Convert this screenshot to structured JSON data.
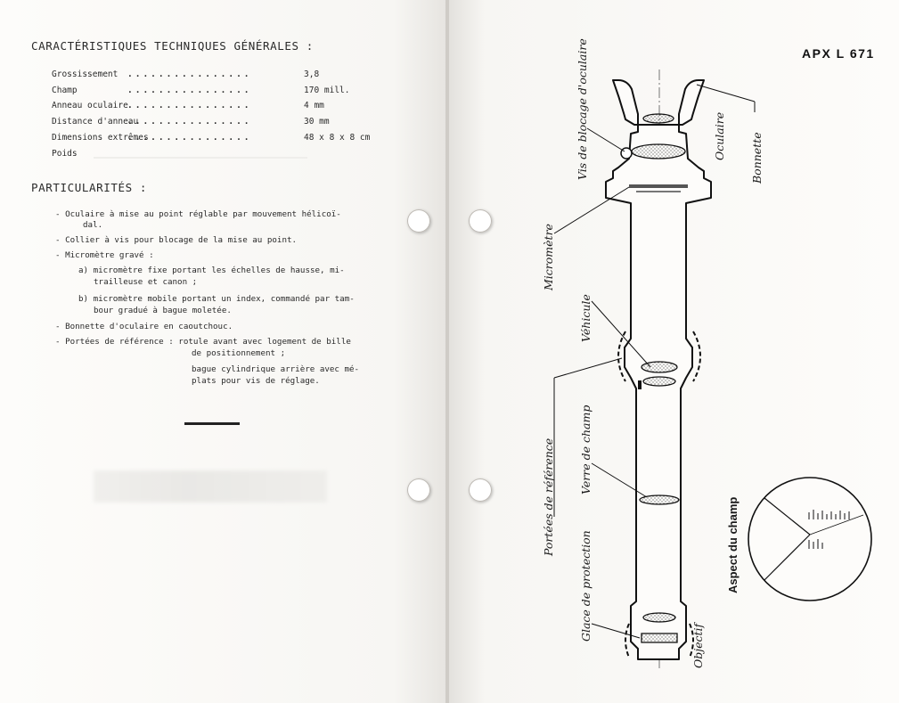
{
  "left_page": {
    "section1_title": "CARACTÉRISTIQUES TECHNIQUES GÉNÉRALES :",
    "specs": [
      {
        "label": "Grossissement",
        "value": "3,8"
      },
      {
        "label": "Champ",
        "value": "170 mill."
      },
      {
        "label": "Anneau oculaire",
        "value": "4 mm"
      },
      {
        "label": "Distance d'anneau",
        "value": "30 mm"
      },
      {
        "label": "Dimensions extrêmes",
        "value": "48 x 8 x 8 cm"
      },
      {
        "label": "Poids",
        "value": ""
      }
    ],
    "spec_leader": "................",
    "section2_title": "PARTICULARITÉS :",
    "lines": [
      "- Oculaire à mise au point réglable par mouvement hélicoï-",
      "dal.",
      "- Collier à vis pour blocage de la mise au point.",
      "- Micromètre gravé :",
      "a) micromètre fixe portant les échelles de hausse, mi-",
      "trailleuse et canon ;",
      "b) micromètre mobile portant un index, commandé par tam-",
      "bour gradué à bague moletée.",
      "- Bonnette d'oculaire en caoutchouc.",
      "- Portées de référence : rotule avant avec logement de bille",
      "de positionnement ;",
      "bague cylindrique arrière avec mé-",
      "plats pour vis de réglage."
    ]
  },
  "right_page": {
    "title": "APX L 671",
    "labels": {
      "vis_blocage": "Vis de blocage d'oculaire",
      "oculaire": "Oculaire",
      "bonnette": "Bonnette",
      "micrometre": "Micromètre",
      "vehicule": "Véhicule",
      "portees": "Portées de référence",
      "verre_champ": "Verre de champ",
      "glace": "Glace de protection",
      "objectif": "Objectif",
      "aspect": "Aspect du champ"
    }
  }
}
